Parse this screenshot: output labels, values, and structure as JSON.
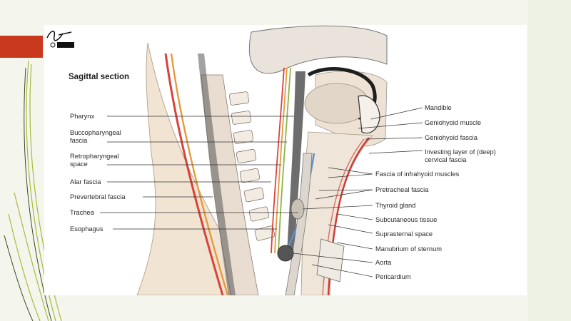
{
  "slide": {
    "accent_color": "#c8391e",
    "background_color": "#f4f6ee"
  },
  "diagram": {
    "title": "Sagittal section",
    "left_labels": [
      {
        "line1": "Pharynx",
        "line2": ""
      },
      {
        "line1": "Buccopharyngeal",
        "line2": "fascia"
      },
      {
        "line1": "Retropharyngeal",
        "line2": "space"
      },
      {
        "line1": "Alar fascia",
        "line2": ""
      },
      {
        "line1": "Prevertebral fascia",
        "line2": ""
      },
      {
        "line1": "Trachea",
        "line2": ""
      },
      {
        "line1": "Esophagus",
        "line2": ""
      }
    ],
    "right_labels": [
      {
        "line1": "Mandible",
        "line2": ""
      },
      {
        "line1": "Geniohyoid muscle",
        "line2": ""
      },
      {
        "line1": "Geniohyoid fascia",
        "line2": ""
      },
      {
        "line1": "Investing layer of (deep)",
        "line2": "cervical fascia"
      },
      {
        "line1": "Fascia of infrahyoid muscles",
        "line2": ""
      },
      {
        "line1": "Pretracheal fascia",
        "line2": ""
      },
      {
        "line1": "Thyroid gland",
        "line2": ""
      },
      {
        "line1": "Subcutaneous tissue",
        "line2": ""
      },
      {
        "line1": "Suprasternal space",
        "line2": ""
      },
      {
        "line1": "Manubrium of sternum",
        "line2": ""
      },
      {
        "line1": "Aorta",
        "line2": ""
      },
      {
        "line1": "Pericardium",
        "line2": ""
      }
    ],
    "colors": {
      "prevertebral_red": "#d8443a",
      "alar_orange": "#e59a3c",
      "buccopharyngeal_green": "#8db54a",
      "pretracheal_blue": "#5b8fd0",
      "investing_red": "#cf3b35"
    }
  }
}
